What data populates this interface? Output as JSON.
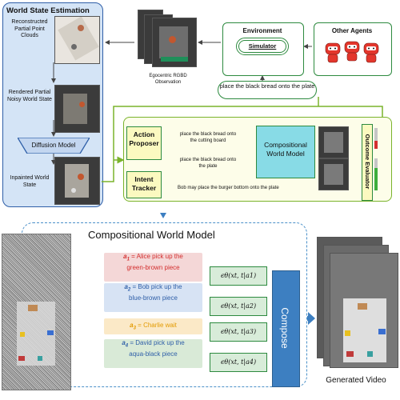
{
  "world_state": {
    "title": "World State Estimation",
    "reconstructed": "Reconstructed Partial Point Clouds",
    "rendered": "Rendered Partial Noisy World State",
    "diffusion": "Diffusion Model",
    "inpainted": "Inpainted World State"
  },
  "observation": {
    "label": "Egocentric RGBD Observation"
  },
  "environment": {
    "title": "Environment",
    "simulator": "Simulator"
  },
  "other_agents": {
    "title": "Other Agents"
  },
  "instruction": "place the black bread onto the plate",
  "action_proposer": {
    "label": "Action Proposer",
    "proposals": [
      "place the black bread onto the cutting board",
      "place the black bread onto the plate"
    ]
  },
  "intent_tracker": {
    "label": "Intent Tracker",
    "prediction": "Bob may place the burger bottom onto the plate"
  },
  "cwm_small": "Compositional World Model",
  "outcome_evaluator": "Outcome Evaluator",
  "cwm_large": {
    "title": "Compositional World Model",
    "conditions": [
      {
        "sym": "a",
        "sub": "1",
        "text": "= Alice pick up the green-brown piece",
        "line1": "= Alice pick up the",
        "line2": "green-brown piece",
        "color": "#d32f2f",
        "bg": "#f4d7d7"
      },
      {
        "sym": "a",
        "sub": "2",
        "text": "= Bob pick up the blue-brown piece",
        "line1": "= Bob pick up the",
        "line2": "blue-brown piece",
        "color": "#2f5fa8",
        "bg": "#d7e3f4"
      },
      {
        "sym": "a",
        "sub": "3",
        "text": "= Charlie wait",
        "line1": "= Charlie wait",
        "line2": "",
        "color": "#e39a00",
        "bg": "#fbe9c7"
      },
      {
        "sym": "a",
        "sub": "4",
        "text": "= David pick up the aqua-black piece",
        "line1": "= David pick up the",
        "line2": "aqua-black piece",
        "color": "#2f5fa8",
        "bg": "#d9ead7"
      }
    ],
    "eps": [
      "ϵθ(xt, t|a1)",
      "ϵθ(xt, t|a2)",
      "ϵθ(xt, t|a3)",
      "ϵθ(xt, t|a4)"
    ],
    "compose": "Compose"
  },
  "generated_video": "Generated Video",
  "colors": {
    "blue": "#2f5fa8",
    "green": "#2d8a3f",
    "lime": "#7ab32c",
    "cyan": "#88dbe6",
    "yellow": "#fbf9c0",
    "compose": "#3d7fc1"
  }
}
